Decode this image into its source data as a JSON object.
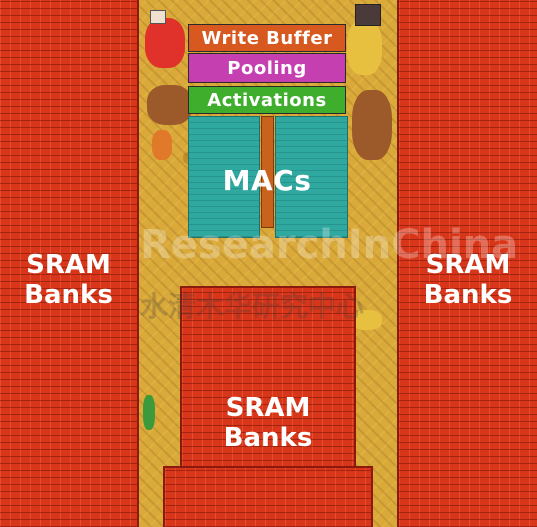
{
  "blocks": {
    "write_buffer": "Write Buffer",
    "pooling": "Pooling",
    "activations": "Activations",
    "macs": "MACs"
  },
  "sram_banks": {
    "left": [
      "SRAM",
      "Banks"
    ],
    "right": [
      "SRAM",
      "Banks"
    ],
    "bottom": [
      "SRAM",
      "Banks"
    ]
  },
  "watermark": {
    "latin": "ResearchInChina",
    "chinese": "水清木华研究中心"
  },
  "colors": {
    "write_buffer": "#d8591f",
    "pooling": "#c63fb0",
    "activations": "#3fae2c",
    "macs": "#2fa8a0",
    "sram": "#d8361a",
    "logic": "#d9a93a"
  }
}
